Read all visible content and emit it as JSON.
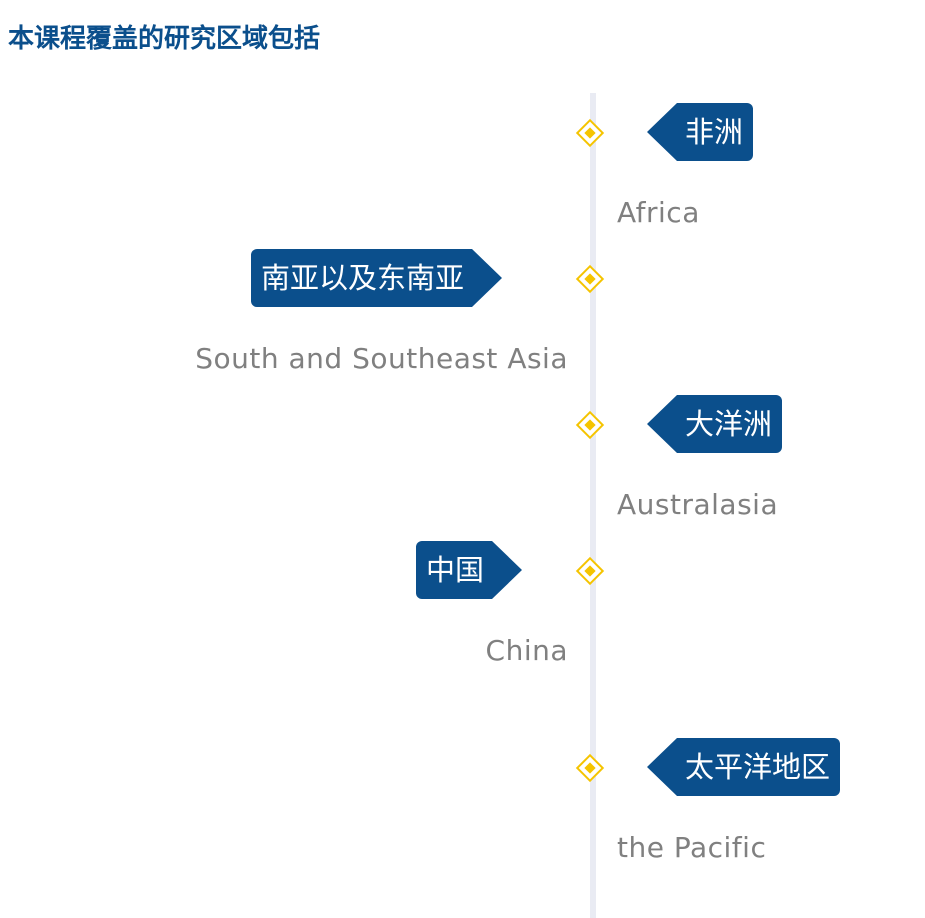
{
  "title": "本课程覆盖的研究区域包括",
  "colors": {
    "accent": "#0b4f8c",
    "marker": "#f5c400",
    "line": "#e9ebf3",
    "text": "#808080"
  },
  "regions": [
    {
      "zh": "非洲",
      "en": "Africa"
    },
    {
      "zh": "南亚以及东南亚",
      "en": "South and Southeast Asia"
    },
    {
      "zh": "大洋洲",
      "en": "Australasia"
    },
    {
      "zh": "中国",
      "en": "China"
    },
    {
      "zh": "太平洋地区",
      "en": "the Pacific"
    }
  ]
}
